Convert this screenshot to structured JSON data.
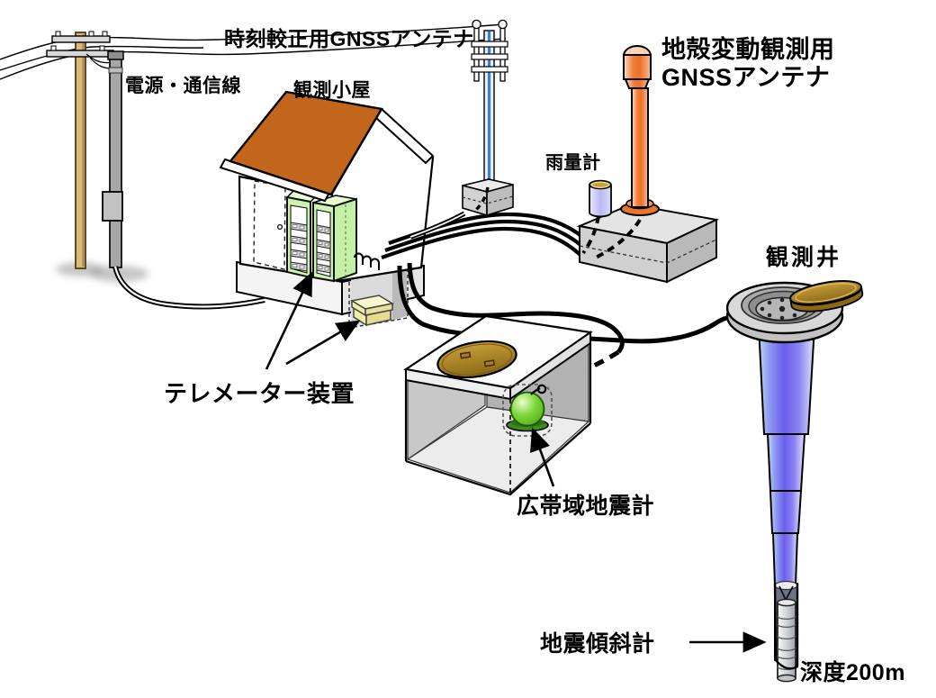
{
  "labels": {
    "time_gnss_antenna": "時刻較正用GNSSアンテナ",
    "power_comm_line": "電源・通信線",
    "observation_hut": "観測小屋",
    "crustal_gnss_line1": "地殻変動観測用",
    "crustal_gnss_line2": "GNSSアンテナ",
    "rain_gauge": "雨量計",
    "observation_well": "観測井",
    "telemeter": "テレメーター装置",
    "broadband_seismometer": "広帯域地震計",
    "seismic_tiltmeter": "地震傾斜計",
    "depth": "深度200m"
  },
  "colors": {
    "roof_orange": "#C2661C",
    "rack_green": "#CCF3B0",
    "antenna_orange": "#F07E38",
    "casing_blue": "#6A5FEE",
    "seismometer_green": "#6DC72F",
    "cover_brown": "#B08A28",
    "rain_gauge_lavender": "#C9C9F4",
    "pole_tan": "#D9BA79",
    "battery_yellow": "#F5EFAF",
    "concrete_gray": "#D6D6D6",
    "cable_black": "#000000"
  }
}
